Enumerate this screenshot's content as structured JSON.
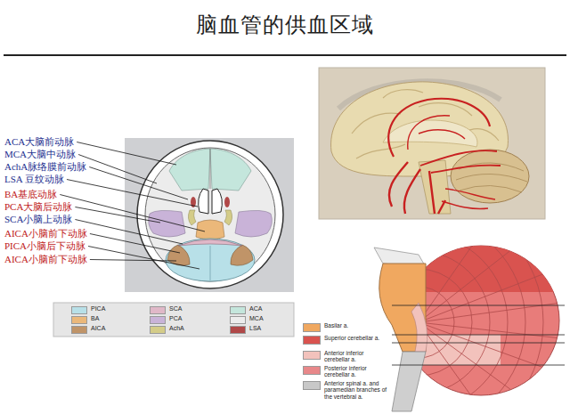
{
  "diagram": {
    "title": "脑血管的供血区域",
    "labels": [
      "ACA大脑前动脉",
      "MCA大脑中动脉",
      "AchA脉络膜前动脉",
      "LSA 豆纹动脉",
      "BA基底动脉",
      "PCA大脑后动脉",
      "SCA小脑上动脉",
      "AICA小脑前下动脉",
      "PICA小脑后下动脉",
      "AICA小脑前下动脉"
    ],
    "legend": [
      {
        "text": "PICA",
        "color": "#b8e0e8"
      },
      {
        "text": "SCA",
        "color": "#e0b8c8"
      },
      {
        "text": "ACA",
        "color": "#c4e6dc"
      },
      {
        "text": "BA",
        "color": "#ebb87a"
      },
      {
        "text": "PCA",
        "color": "#c9b3d8"
      },
      {
        "text": "MCA",
        "color": "#ececec"
      },
      {
        "text": "AICA",
        "color": "#c09468"
      },
      {
        "text": "AchA",
        "color": "#d4cc88"
      },
      {
        "text": "LSA",
        "color": "#b04848"
      },
      {
        "text": "Basilar a.",
        "color": "#f0a860"
      },
      {
        "text": "Superior cerebellar a.",
        "color": "#d9534f"
      },
      {
        "text": "Anterior inferior cerebellar a.",
        "color": "#f2c2bc"
      },
      {
        "text": "Posterior inferior cerebellar a.",
        "color": "#e8888a"
      },
      {
        "text": "Anterior spinal a. and paramedian branches of the vertebral a.",
        "color": "#c8c8c8"
      }
    ]
  }
}
